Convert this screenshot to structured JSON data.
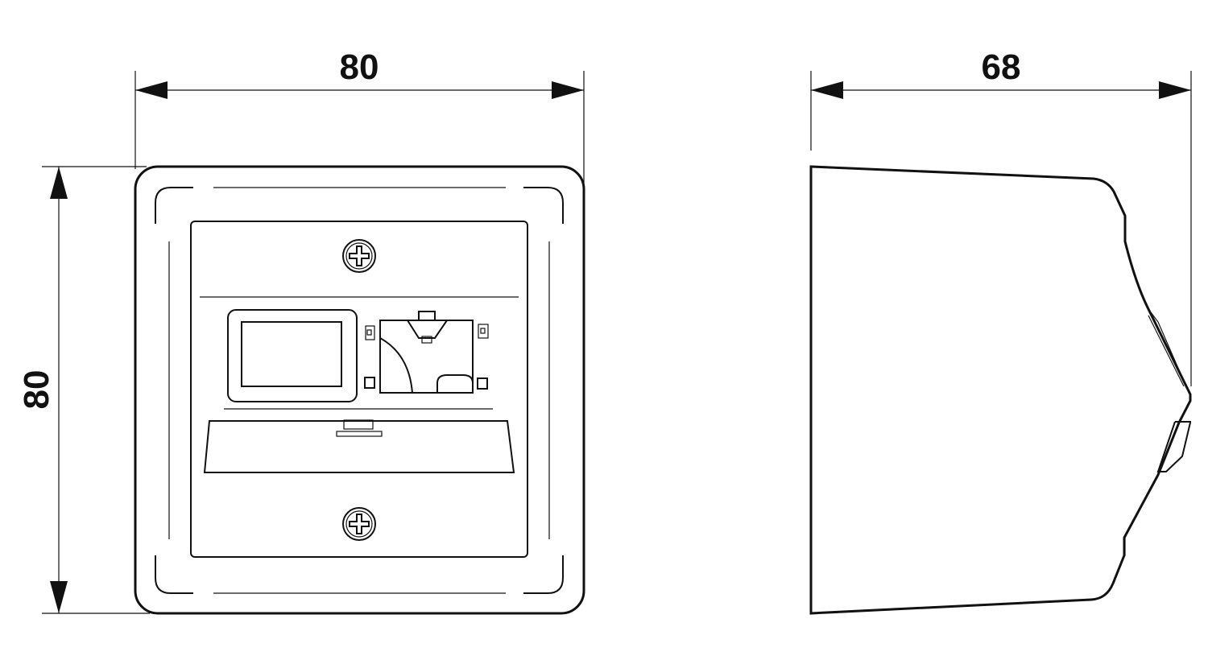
{
  "dimensions": {
    "front_width": "80",
    "front_height": "80",
    "side_depth": "68"
  },
  "colors": {
    "line": "#111111",
    "background": "#ffffff"
  }
}
